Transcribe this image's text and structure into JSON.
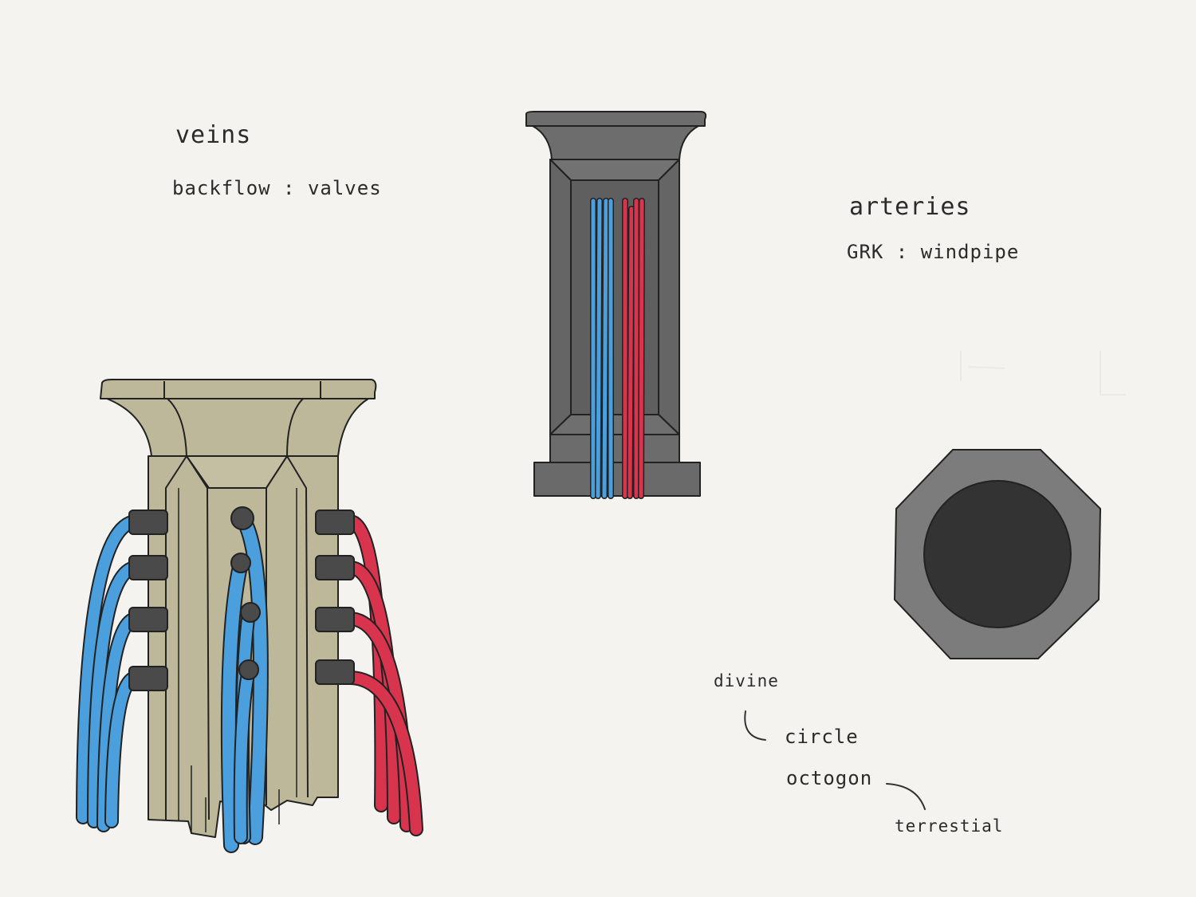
{
  "sketch": {
    "notes": {
      "veins": "veins",
      "backflow": "backflow : valves",
      "arteries": "arteries",
      "grk": "GRK : windpipe",
      "divine": "divine",
      "circle": "circle",
      "octogon": "octogon",
      "terrestial": "terrestial"
    },
    "colors": {
      "paper": "#f5f3ef",
      "stone_khaki": "#bdb89a",
      "stone_gray": "#6e6e6e",
      "vein_blue": "#4a9fdc",
      "artery_red": "#d8344d",
      "valve_dark": "#4a4a4a",
      "core_dark": "#333333",
      "ink": "#2b2b2b"
    }
  }
}
